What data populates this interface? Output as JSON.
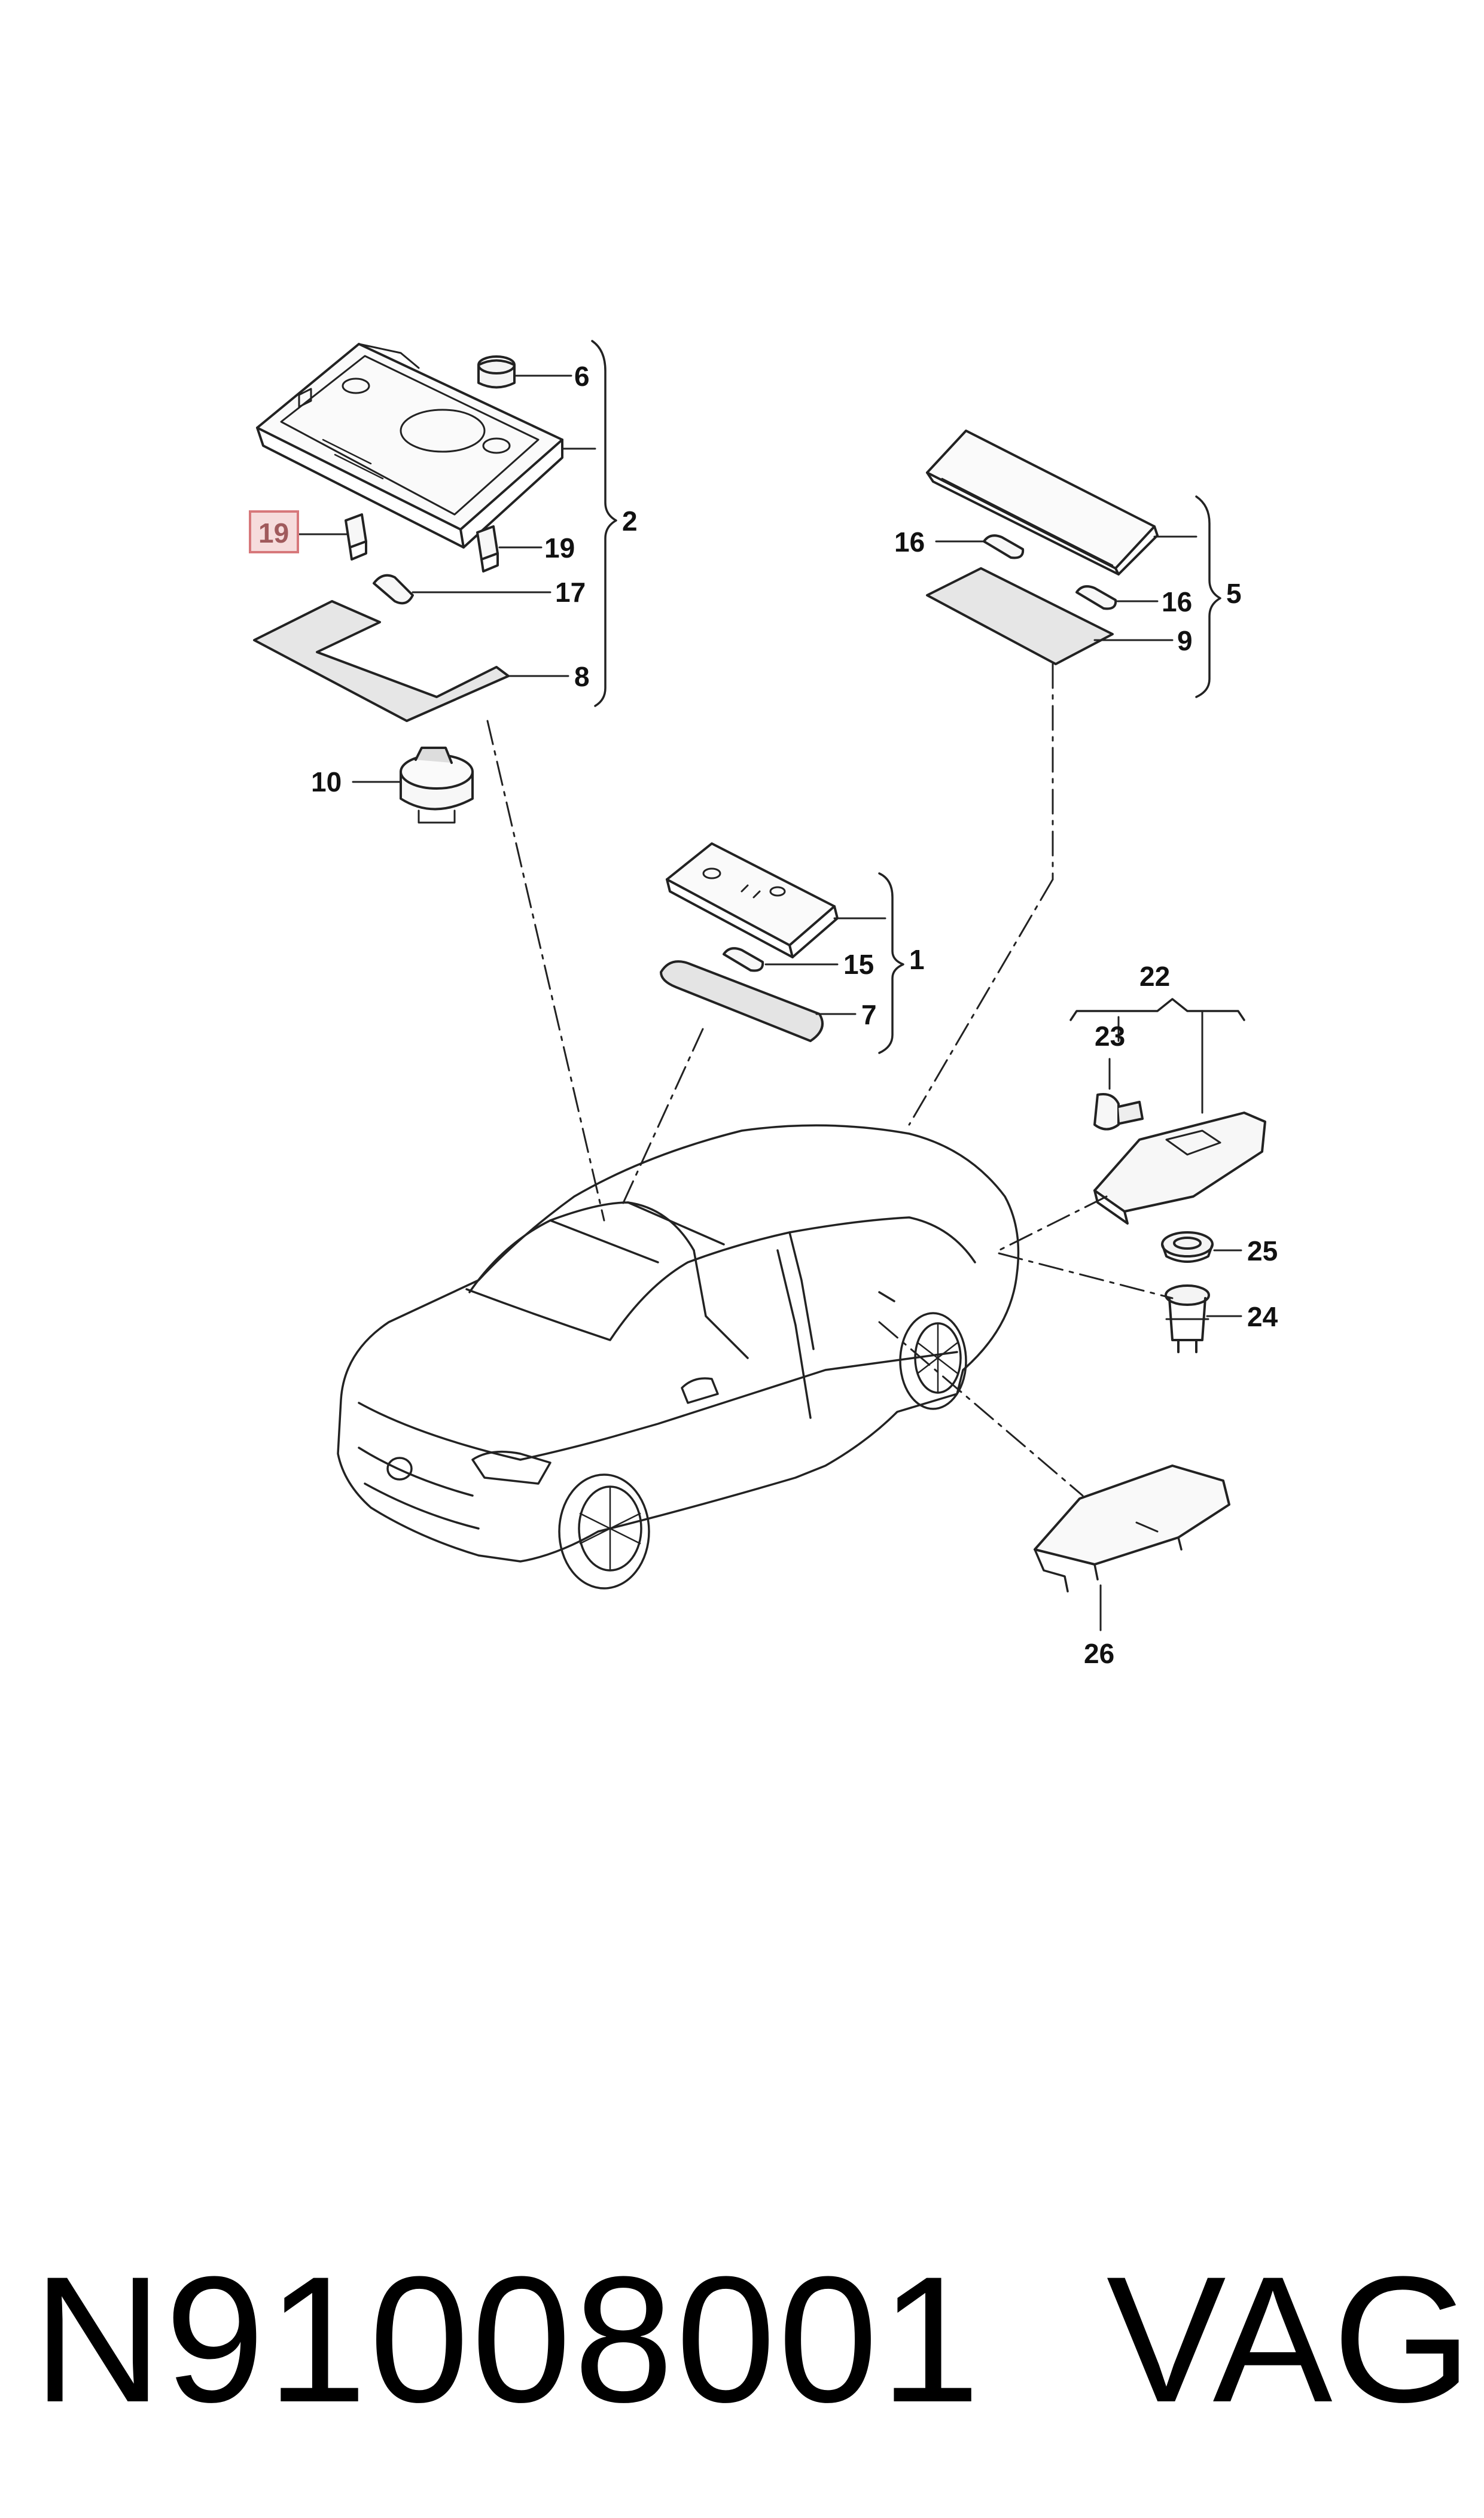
{
  "callouts": {
    "c1": "1",
    "c2": "2",
    "c5": "5",
    "c6": "6",
    "c7": "7",
    "c8": "8",
    "c9": "9",
    "c10": "10",
    "c15": "15",
    "c16a": "16",
    "c16b": "16",
    "c17": "17",
    "c19a": "19",
    "c19b": "19",
    "c22": "22",
    "c23": "23",
    "c24": "24",
    "c25": "25",
    "c26": "26"
  },
  "highlight": {
    "fill": "#f6dcdc",
    "stroke": "#d7787b",
    "text": "#a05a5c"
  },
  "footer": {
    "part_number": "N91008001",
    "brand": "VAG"
  }
}
